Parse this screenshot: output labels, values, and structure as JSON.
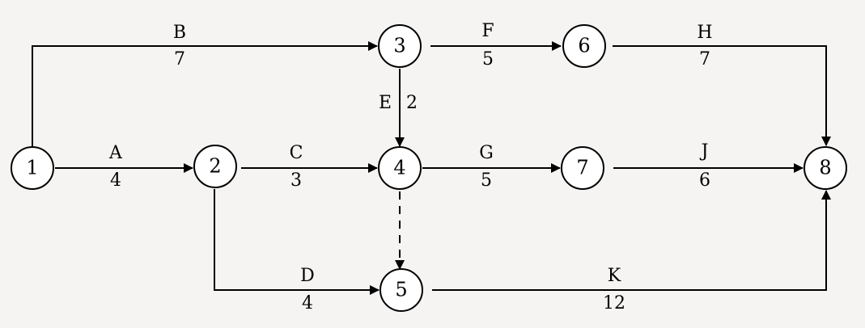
{
  "nodes": [
    {
      "id": "1",
      "label": "1"
    },
    {
      "id": "2",
      "label": "2"
    },
    {
      "id": "3",
      "label": "3"
    },
    {
      "id": "4",
      "label": "4"
    },
    {
      "id": "5",
      "label": "5"
    },
    {
      "id": "6",
      "label": "6"
    },
    {
      "id": "7",
      "label": "7"
    },
    {
      "id": "8",
      "label": "8"
    }
  ],
  "activities": [
    {
      "name": "A",
      "duration": "4",
      "from": "1",
      "to": "2"
    },
    {
      "name": "B",
      "duration": "7",
      "from": "1",
      "to": "3"
    },
    {
      "name": "C",
      "duration": "3",
      "from": "2",
      "to": "4"
    },
    {
      "name": "D",
      "duration": "4",
      "from": "2",
      "to": "5"
    },
    {
      "name": "E",
      "duration": "2",
      "from": "3",
      "to": "4"
    },
    {
      "name": "F",
      "duration": "5",
      "from": "3",
      "to": "6"
    },
    {
      "name": "G",
      "duration": "5",
      "from": "4",
      "to": "7"
    },
    {
      "name": "H",
      "duration": "7",
      "from": "6",
      "to": "8"
    },
    {
      "name": "J",
      "duration": "6",
      "from": "7",
      "to": "8"
    },
    {
      "name": "K",
      "duration": "12",
      "from": "5",
      "to": "8"
    }
  ],
  "dummies": [
    {
      "from": "4",
      "to": "5"
    }
  ]
}
